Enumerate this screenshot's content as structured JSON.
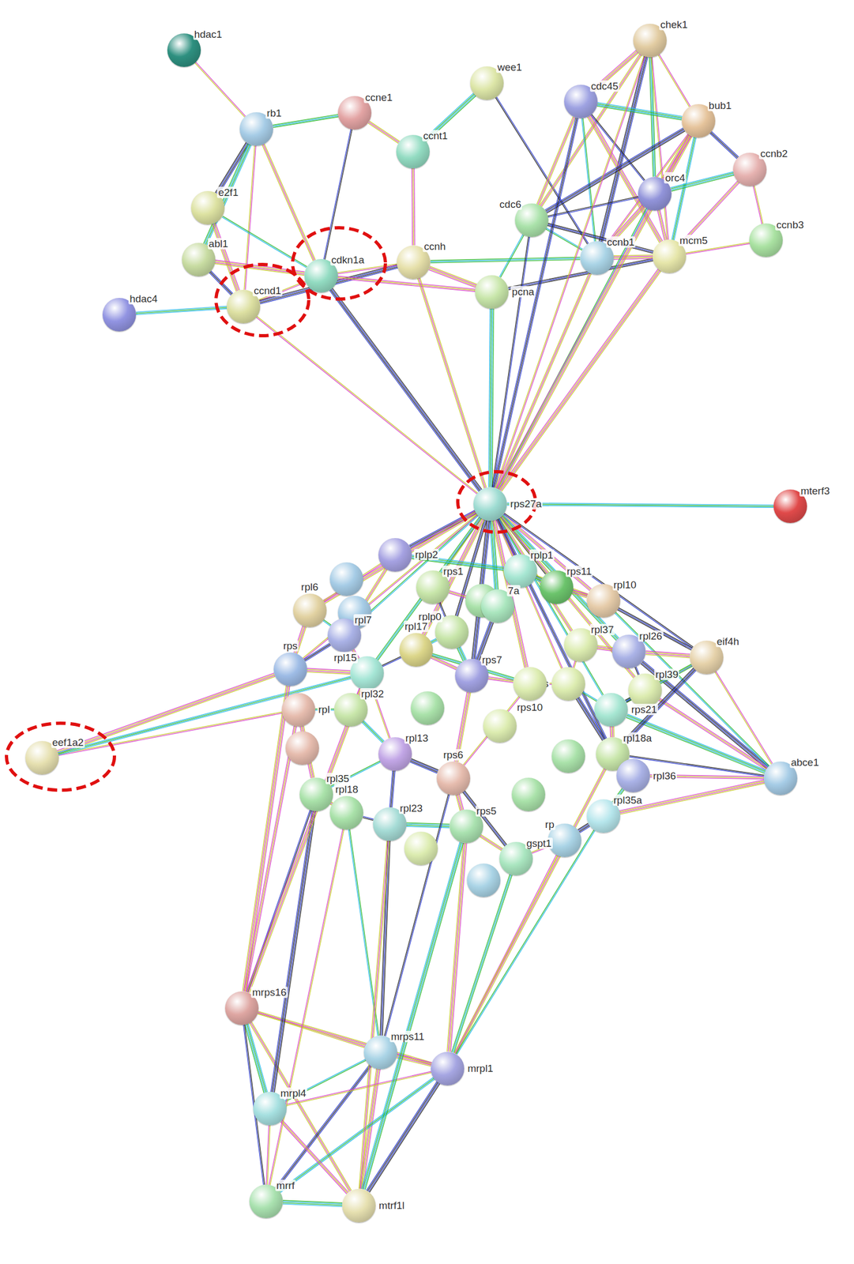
{
  "diagram": {
    "nodes": [
      {
        "text": [
          "hdac1"
        ]
      },
      {
        "text": [
          "rb1"
        ]
      },
      {
        "text": [
          "ccne1"
        ]
      },
      {
        "text": [
          "wee1"
        ]
      },
      {
        "text": [
          "ccnt1"
        ]
      },
      {
        "text": [
          "chek1"
        ]
      },
      {
        "text": [
          "cdc45"
        ]
      },
      {
        "text": [
          "bub1"
        ]
      },
      {
        "text": [
          "ccnb2"
        ]
      },
      {
        "text": [
          "orc4"
        ]
      },
      {
        "text": [
          "e2f1"
        ]
      },
      {
        "text": [
          "abl1"
        ]
      },
      {
        "text": [
          "cdkn1a"
        ]
      },
      {
        "text": [
          "ccnh"
        ]
      },
      {
        "text": [
          "cdc6"
        ]
      },
      {
        "text": [
          "ccnb1"
        ]
      },
      {
        "text": [
          "mcm5"
        ]
      },
      {
        "text": [
          "ccnb3"
        ]
      },
      {
        "text": [
          "pcna"
        ]
      },
      {
        "text": [
          "ccnd1"
        ]
      },
      {
        "text": [
          "hdac4"
        ]
      },
      {
        "text": [
          "rps27a"
        ]
      },
      {
        "text": [
          "mterf3"
        ]
      },
      {
        "text": [
          "rplp2"
        ]
      },
      {
        "text": [
          "rps1"
        ]
      },
      {
        "text": [
          "rplp1"
        ]
      },
      {
        "text": [
          "7a"
        ]
      },
      {
        "text": [
          "rps11"
        ]
      },
      {
        "text": [
          "rpl10"
        ]
      },
      {
        "text": [
          "rpl6"
        ]
      },
      {
        "text": [
          "rpl7"
        ]
      },
      {
        "text": [
          "rplp0"
        ]
      },
      {
        "text": [
          "rpl17"
        ]
      },
      {
        "text": [
          "rps"
        ]
      },
      {
        "text": [
          "rpl15"
        ]
      },
      {
        "text": [
          "rps7"
        ]
      },
      {
        "text": [
          "rps"
        ]
      },
      {
        "text": [
          "rpl37"
        ]
      },
      {
        "text": [
          "rpl26"
        ]
      },
      {
        "text": [
          "eif4h"
        ]
      },
      {
        "text": [
          "rpl39"
        ]
      },
      {
        "text": [
          "rps10"
        ]
      },
      {
        "text": [
          "rpl32"
        ]
      },
      {
        "text": [
          "rpl"
        ]
      },
      {
        "text": [
          "rps21"
        ]
      },
      {
        "text": [
          "rpl13"
        ]
      },
      {
        "text": [
          "rps6"
        ]
      },
      {
        "text": [
          "rpl18a"
        ]
      },
      {
        "text": [
          "rpl36"
        ]
      },
      {
        "text": [
          "eef1a2"
        ]
      },
      {
        "text": [
          "abce1"
        ]
      },
      {
        "text": [
          "rpl35"
        ]
      },
      {
        "text": [
          "rpl18"
        ]
      },
      {
        "text": [
          "rpl23"
        ]
      },
      {
        "text": [
          "rps5"
        ]
      },
      {
        "text": [
          "rp"
        ]
      },
      {
        "text": [
          "rpl35a"
        ]
      },
      {
        "text": [
          "gspt1"
        ]
      },
      {
        "text": [
          "mrps16"
        ]
      },
      {
        "text": [
          "mrps11"
        ]
      },
      {
        "text": [
          "mrpl1"
        ]
      },
      {
        "text": [
          "mrpl4"
        ]
      },
      {
        "text": [
          "mrrf"
        ]
      },
      {
        "text": [
          "mtrf1l"
        ]
      }
    ],
    "edges": [
      {
        "from": 0,
        "to": 1,
        "arrow": "none"
      },
      {
        "from": 1,
        "to": 2,
        "arrow": "none"
      },
      {
        "from": 1,
        "to": 10,
        "arrow": "none"
      },
      {
        "from": 1,
        "to": 19,
        "arrow": "none"
      },
      {
        "from": 1,
        "to": 12,
        "arrow": "none"
      },
      {
        "from": 1,
        "to": 11,
        "arrow": "none"
      },
      {
        "from": 2,
        "to": 12,
        "arrow": "none"
      },
      {
        "from": 2,
        "to": 4,
        "arrow": "none"
      },
      {
        "from": 10,
        "to": 19,
        "arrow": "none"
      },
      {
        "from": 10,
        "to": 12,
        "arrow": "none"
      },
      {
        "from": 11,
        "to": 19,
        "arrow": "none"
      },
      {
        "from": 11,
        "to": 12,
        "arrow": "none"
      },
      {
        "from": 19,
        "to": 12,
        "arrow": "none"
      },
      {
        "from": 20,
        "to": 19,
        "arrow": "none"
      },
      {
        "from": 19,
        "to": 13,
        "arrow": "none"
      },
      {
        "from": 12,
        "to": 13,
        "arrow": "none"
      },
      {
        "from": 12,
        "to": 18,
        "arrow": "none"
      },
      {
        "from": 3,
        "to": 4,
        "arrow": "none"
      },
      {
        "from": 3,
        "to": 15,
        "arrow": "none"
      },
      {
        "from": 4,
        "to": 13,
        "arrow": "none"
      },
      {
        "from": 13,
        "to": 18,
        "arrow": "none"
      },
      {
        "from": 18,
        "to": 14,
        "arrow": "none"
      },
      {
        "from": 18,
        "to": 16,
        "arrow": "none"
      },
      {
        "from": 5,
        "to": 6,
        "arrow": "none"
      },
      {
        "from": 5,
        "to": 7,
        "arrow": "none"
      },
      {
        "from": 5,
        "to": 9,
        "arrow": "none"
      },
      {
        "from": 5,
        "to": 15,
        "arrow": "none"
      },
      {
        "from": 5,
        "to": 16,
        "arrow": "none"
      },
      {
        "from": 5,
        "to": 14,
        "arrow": "none"
      },
      {
        "from": 6,
        "to": 7,
        "arrow": "none"
      },
      {
        "from": 6,
        "to": 9,
        "arrow": "none"
      },
      {
        "from": 6,
        "to": 14,
        "arrow": "none"
      },
      {
        "from": 6,
        "to": 16,
        "arrow": "none"
      },
      {
        "from": 6,
        "to": 15,
        "arrow": "none"
      },
      {
        "from": 7,
        "to": 8,
        "arrow": "none"
      },
      {
        "from": 7,
        "to": 9,
        "arrow": "none"
      },
      {
        "from": 7,
        "to": 15,
        "arrow": "none"
      },
      {
        "from": 7,
        "to": 16,
        "arrow": "none"
      },
      {
        "from": 7,
        "to": 14,
        "arrow": "none"
      },
      {
        "from": 8,
        "to": 17,
        "arrow": "none"
      },
      {
        "from": 8,
        "to": 16,
        "arrow": "none"
      },
      {
        "from": 8,
        "to": 9,
        "arrow": "none"
      },
      {
        "from": 9,
        "to": 14,
        "arrow": "none"
      },
      {
        "from": 9,
        "to": 16,
        "arrow": "none"
      },
      {
        "from": 9,
        "to": 15,
        "arrow": "none"
      },
      {
        "from": 14,
        "to": 15,
        "arrow": "none"
      },
      {
        "from": 14,
        "to": 16,
        "arrow": "none"
      },
      {
        "from": 15,
        "to": 16,
        "arrow": "none"
      },
      {
        "from": 17,
        "to": 16,
        "arrow": "none"
      },
      {
        "from": 15,
        "to": 13,
        "arrow": "none"
      },
      {
        "from": 21,
        "to": 12,
        "arrow": "none"
      },
      {
        "from": 21,
        "to": 19,
        "arrow": "none"
      },
      {
        "from": 21,
        "to": 13,
        "arrow": "none"
      },
      {
        "from": 21,
        "to": 18,
        "arrow": "none"
      },
      {
        "from": 21,
        "to": 14,
        "arrow": "none"
      },
      {
        "from": 21,
        "to": 15,
        "arrow": "none"
      },
      {
        "from": 21,
        "to": 16,
        "arrow": "none"
      },
      {
        "from": 21,
        "to": 9,
        "arrow": "none"
      },
      {
        "from": 21,
        "to": 6,
        "arrow": "none"
      },
      {
        "from": 21,
        "to": 7,
        "arrow": "none"
      },
      {
        "from": 21,
        "to": 5,
        "arrow": "none"
      },
      {
        "from": 21,
        "to": 22,
        "arrow": "none"
      },
      {
        "from": 21,
        "to": 23,
        "arrow": "none"
      },
      {
        "from": 21,
        "to": 24,
        "arrow": "none"
      },
      {
        "from": 21,
        "to": 25,
        "arrow": "none"
      },
      {
        "from": 21,
        "to": 26,
        "arrow": "none"
      },
      {
        "from": 21,
        "to": 27,
        "arrow": "none"
      },
      {
        "from": 21,
        "to": 28,
        "arrow": "none"
      },
      {
        "from": 21,
        "to": 29,
        "arrow": "none"
      },
      {
        "from": 21,
        "to": 30,
        "arrow": "none"
      },
      {
        "from": 21,
        "to": 31,
        "arrow": "none"
      },
      {
        "from": 21,
        "to": 32,
        "arrow": "none"
      },
      {
        "from": 21,
        "to": 33,
        "arrow": "none"
      },
      {
        "from": 21,
        "to": 34,
        "arrow": "none"
      },
      {
        "from": 21,
        "to": 35,
        "arrow": "none"
      },
      {
        "from": 21,
        "to": 36,
        "arrow": "none"
      },
      {
        "from": 21,
        "to": 37,
        "arrow": "none"
      },
      {
        "from": 21,
        "to": 38,
        "arrow": "none"
      },
      {
        "from": 21,
        "to": 39,
        "arrow": "none"
      },
      {
        "from": 21,
        "to": 40,
        "arrow": "none"
      },
      {
        "from": 21,
        "to": 41,
        "arrow": "none"
      },
      {
        "from": 21,
        "to": 44,
        "arrow": "none"
      },
      {
        "from": 21,
        "to": 47,
        "arrow": "none"
      },
      {
        "from": 49,
        "to": 33,
        "arrow": "none"
      },
      {
        "from": 49,
        "to": 43,
        "arrow": "none"
      },
      {
        "from": 49,
        "to": 34,
        "arrow": "none"
      },
      {
        "from": 50,
        "to": 38,
        "arrow": "none"
      },
      {
        "from": 50,
        "to": 39,
        "arrow": "none"
      },
      {
        "from": 50,
        "to": 40,
        "arrow": "none"
      },
      {
        "from": 50,
        "to": 44,
        "arrow": "none"
      },
      {
        "from": 50,
        "to": 47,
        "arrow": "none"
      },
      {
        "from": 50,
        "to": 48,
        "arrow": "none"
      },
      {
        "from": 50,
        "to": 56,
        "arrow": "none"
      },
      {
        "from": 50,
        "to": 28,
        "arrow": "none"
      },
      {
        "from": 39,
        "to": 28,
        "arrow": "none"
      },
      {
        "from": 39,
        "to": 38,
        "arrow": "none"
      },
      {
        "from": 39,
        "to": 40,
        "arrow": "none"
      },
      {
        "from": 39,
        "to": 44,
        "arrow": "none"
      },
      {
        "from": 39,
        "to": 47,
        "arrow": "none"
      },
      {
        "from": 23,
        "to": 29,
        "arrow": "none"
      },
      {
        "from": 23,
        "to": 30,
        "arrow": "none"
      },
      {
        "from": 23,
        "to": 25,
        "arrow": "none"
      },
      {
        "from": 24,
        "to": 31,
        "arrow": "none"
      },
      {
        "from": 25,
        "to": 28,
        "arrow": "none"
      },
      {
        "from": 27,
        "to": 28,
        "arrow": "none"
      },
      {
        "from": 29,
        "to": 30,
        "arrow": "none"
      },
      {
        "from": 30,
        "to": 33,
        "arrow": "none"
      },
      {
        "from": 33,
        "to": 34,
        "arrow": "none"
      },
      {
        "from": 34,
        "to": 42,
        "arrow": "none"
      },
      {
        "from": 42,
        "to": 45,
        "arrow": "none"
      },
      {
        "from": 45,
        "to": 46,
        "arrow": "none"
      },
      {
        "from": 46,
        "to": 41,
        "arrow": "none"
      },
      {
        "from": 41,
        "to": 35,
        "arrow": "none"
      },
      {
        "from": 35,
        "to": 31,
        "arrow": "none"
      },
      {
        "from": 32,
        "to": 34,
        "arrow": "none"
      },
      {
        "from": 32,
        "to": 35,
        "arrow": "none"
      },
      {
        "from": 37,
        "to": 38,
        "arrow": "none"
      },
      {
        "from": 36,
        "to": 44,
        "arrow": "none"
      },
      {
        "from": 40,
        "to": 44,
        "arrow": "none"
      },
      {
        "from": 44,
        "to": 47,
        "arrow": "none"
      },
      {
        "from": 47,
        "to": 48,
        "arrow": "none"
      },
      {
        "from": 48,
        "to": 56,
        "arrow": "none"
      },
      {
        "from": 56,
        "to": 55,
        "arrow": "none"
      },
      {
        "from": 55,
        "to": 57,
        "arrow": "none"
      },
      {
        "from": 57,
        "to": 54,
        "arrow": "none"
      },
      {
        "from": 54,
        "to": 53,
        "arrow": "none"
      },
      {
        "from": 53,
        "to": 52,
        "arrow": "none"
      },
      {
        "from": 52,
        "to": 51,
        "arrow": "none"
      },
      {
        "from": 51,
        "to": 43,
        "arrow": "none"
      },
      {
        "from": 43,
        "to": 42,
        "arrow": "none"
      },
      {
        "from": 45,
        "to": 53,
        "arrow": "none"
      },
      {
        "from": 46,
        "to": 54,
        "arrow": "none"
      },
      {
        "from": 41,
        "to": 36,
        "arrow": "none"
      },
      {
        "from": 31,
        "to": 32,
        "arrow": "none"
      },
      {
        "from": 26,
        "to": 35,
        "arrow": "none"
      },
      {
        "from": 37,
        "to": 36,
        "arrow": "none"
      },
      {
        "from": 24,
        "to": 26,
        "arrow": "none"
      },
      {
        "from": 25,
        "to": 27,
        "arrow": "none"
      },
      {
        "from": 38,
        "to": 40,
        "arrow": "none"
      },
      {
        "from": 30,
        "to": 34,
        "arrow": "none"
      },
      {
        "from": 29,
        "to": 33,
        "arrow": "none"
      },
      {
        "from": 45,
        "to": 51,
        "arrow": "none"
      },
      {
        "from": 46,
        "to": 57,
        "arrow": "none"
      },
      {
        "from": 35,
        "to": 46,
        "arrow": "none"
      },
      {
        "from": 34,
        "to": 45,
        "arrow": "none"
      },
      {
        "from": 32,
        "to": 41,
        "arrow": "none"
      },
      {
        "from": 36,
        "to": 47,
        "arrow": "none"
      },
      {
        "from": 58,
        "to": 59,
        "arrow": "none"
      },
      {
        "from": 58,
        "to": 60,
        "arrow": "none"
      },
      {
        "from": 58,
        "to": 61,
        "arrow": "none"
      },
      {
        "from": 58,
        "to": 62,
        "arrow": "none"
      },
      {
        "from": 58,
        "to": 63,
        "arrow": "none"
      },
      {
        "from": 59,
        "to": 60,
        "arrow": "none"
      },
      {
        "from": 59,
        "to": 61,
        "arrow": "none"
      },
      {
        "from": 59,
        "to": 62,
        "arrow": "none"
      },
      {
        "from": 59,
        "to": 63,
        "arrow": "none"
      },
      {
        "from": 60,
        "to": 61,
        "arrow": "none"
      },
      {
        "from": 60,
        "to": 62,
        "arrow": "none"
      },
      {
        "from": 60,
        "to": 63,
        "arrow": "none"
      },
      {
        "from": 61,
        "to": 62,
        "arrow": "none"
      },
      {
        "from": 61,
        "to": 63,
        "arrow": "none"
      },
      {
        "from": 62,
        "to": 63,
        "arrow": "none"
      },
      {
        "from": 58,
        "to": 51,
        "arrow": "none"
      },
      {
        "from": 58,
        "to": 43,
        "arrow": "none"
      },
      {
        "from": 58,
        "to": 33,
        "arrow": "none"
      },
      {
        "from": 59,
        "to": 52,
        "arrow": "none"
      },
      {
        "from": 59,
        "to": 53,
        "arrow": "none"
      },
      {
        "from": 60,
        "to": 54,
        "arrow": "none"
      },
      {
        "from": 60,
        "to": 55,
        "arrow": "none"
      },
      {
        "from": 60,
        "to": 57,
        "arrow": "none"
      },
      {
        "from": 61,
        "to": 51,
        "arrow": "none"
      },
      {
        "from": 62,
        "to": 52,
        "arrow": "none"
      },
      {
        "from": 63,
        "to": 53,
        "arrow": "none"
      },
      {
        "from": 63,
        "to": 54,
        "arrow": "none"
      },
      {
        "from": 59,
        "to": 46,
        "arrow": "none"
      },
      {
        "from": 60,
        "to": 47,
        "arrow": "none"
      },
      {
        "from": 58,
        "to": 34,
        "arrow": "none"
      },
      {
        "from": 60,
        "to": 56,
        "arrow": "none"
      }
    ]
  }
}
